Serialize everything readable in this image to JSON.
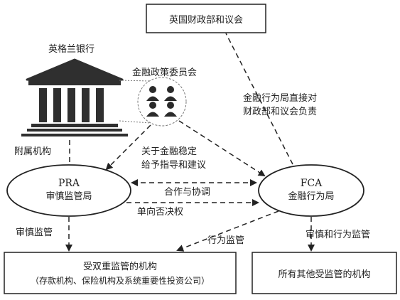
{
  "treasury": {
    "label": "英国财政部和议会"
  },
  "boe": {
    "label": "英格兰银行"
  },
  "fpc": {
    "label": "金融政策委员会"
  },
  "pra": {
    "abbr": "PRA",
    "name": "审慎监管局"
  },
  "fca": {
    "abbr": "FCA",
    "name": "金融行为局"
  },
  "dual_regulated": {
    "line1": "受双重监管的机构",
    "line2": "（存款机构、保险机构及系统重要性投资公司）"
  },
  "others": {
    "label": "所有其他受监管的机构"
  },
  "edges": {
    "fca_to_treasury": [
      "金融行为局直接对",
      "财政部和议会负责"
    ],
    "subsidiary": "附属机构",
    "fpc_advice": [
      "关于金融稳定",
      "给予指导和建议"
    ],
    "cooperation": "合作与协调",
    "veto": "单向否决权",
    "pra_prudential": "审慎监管",
    "fca_conduct": "行为监管",
    "fca_prudential_conduct": "审慎和行为监管"
  },
  "icons": {
    "bank": "bank-building-icon",
    "committee": "committee-people-icon"
  }
}
